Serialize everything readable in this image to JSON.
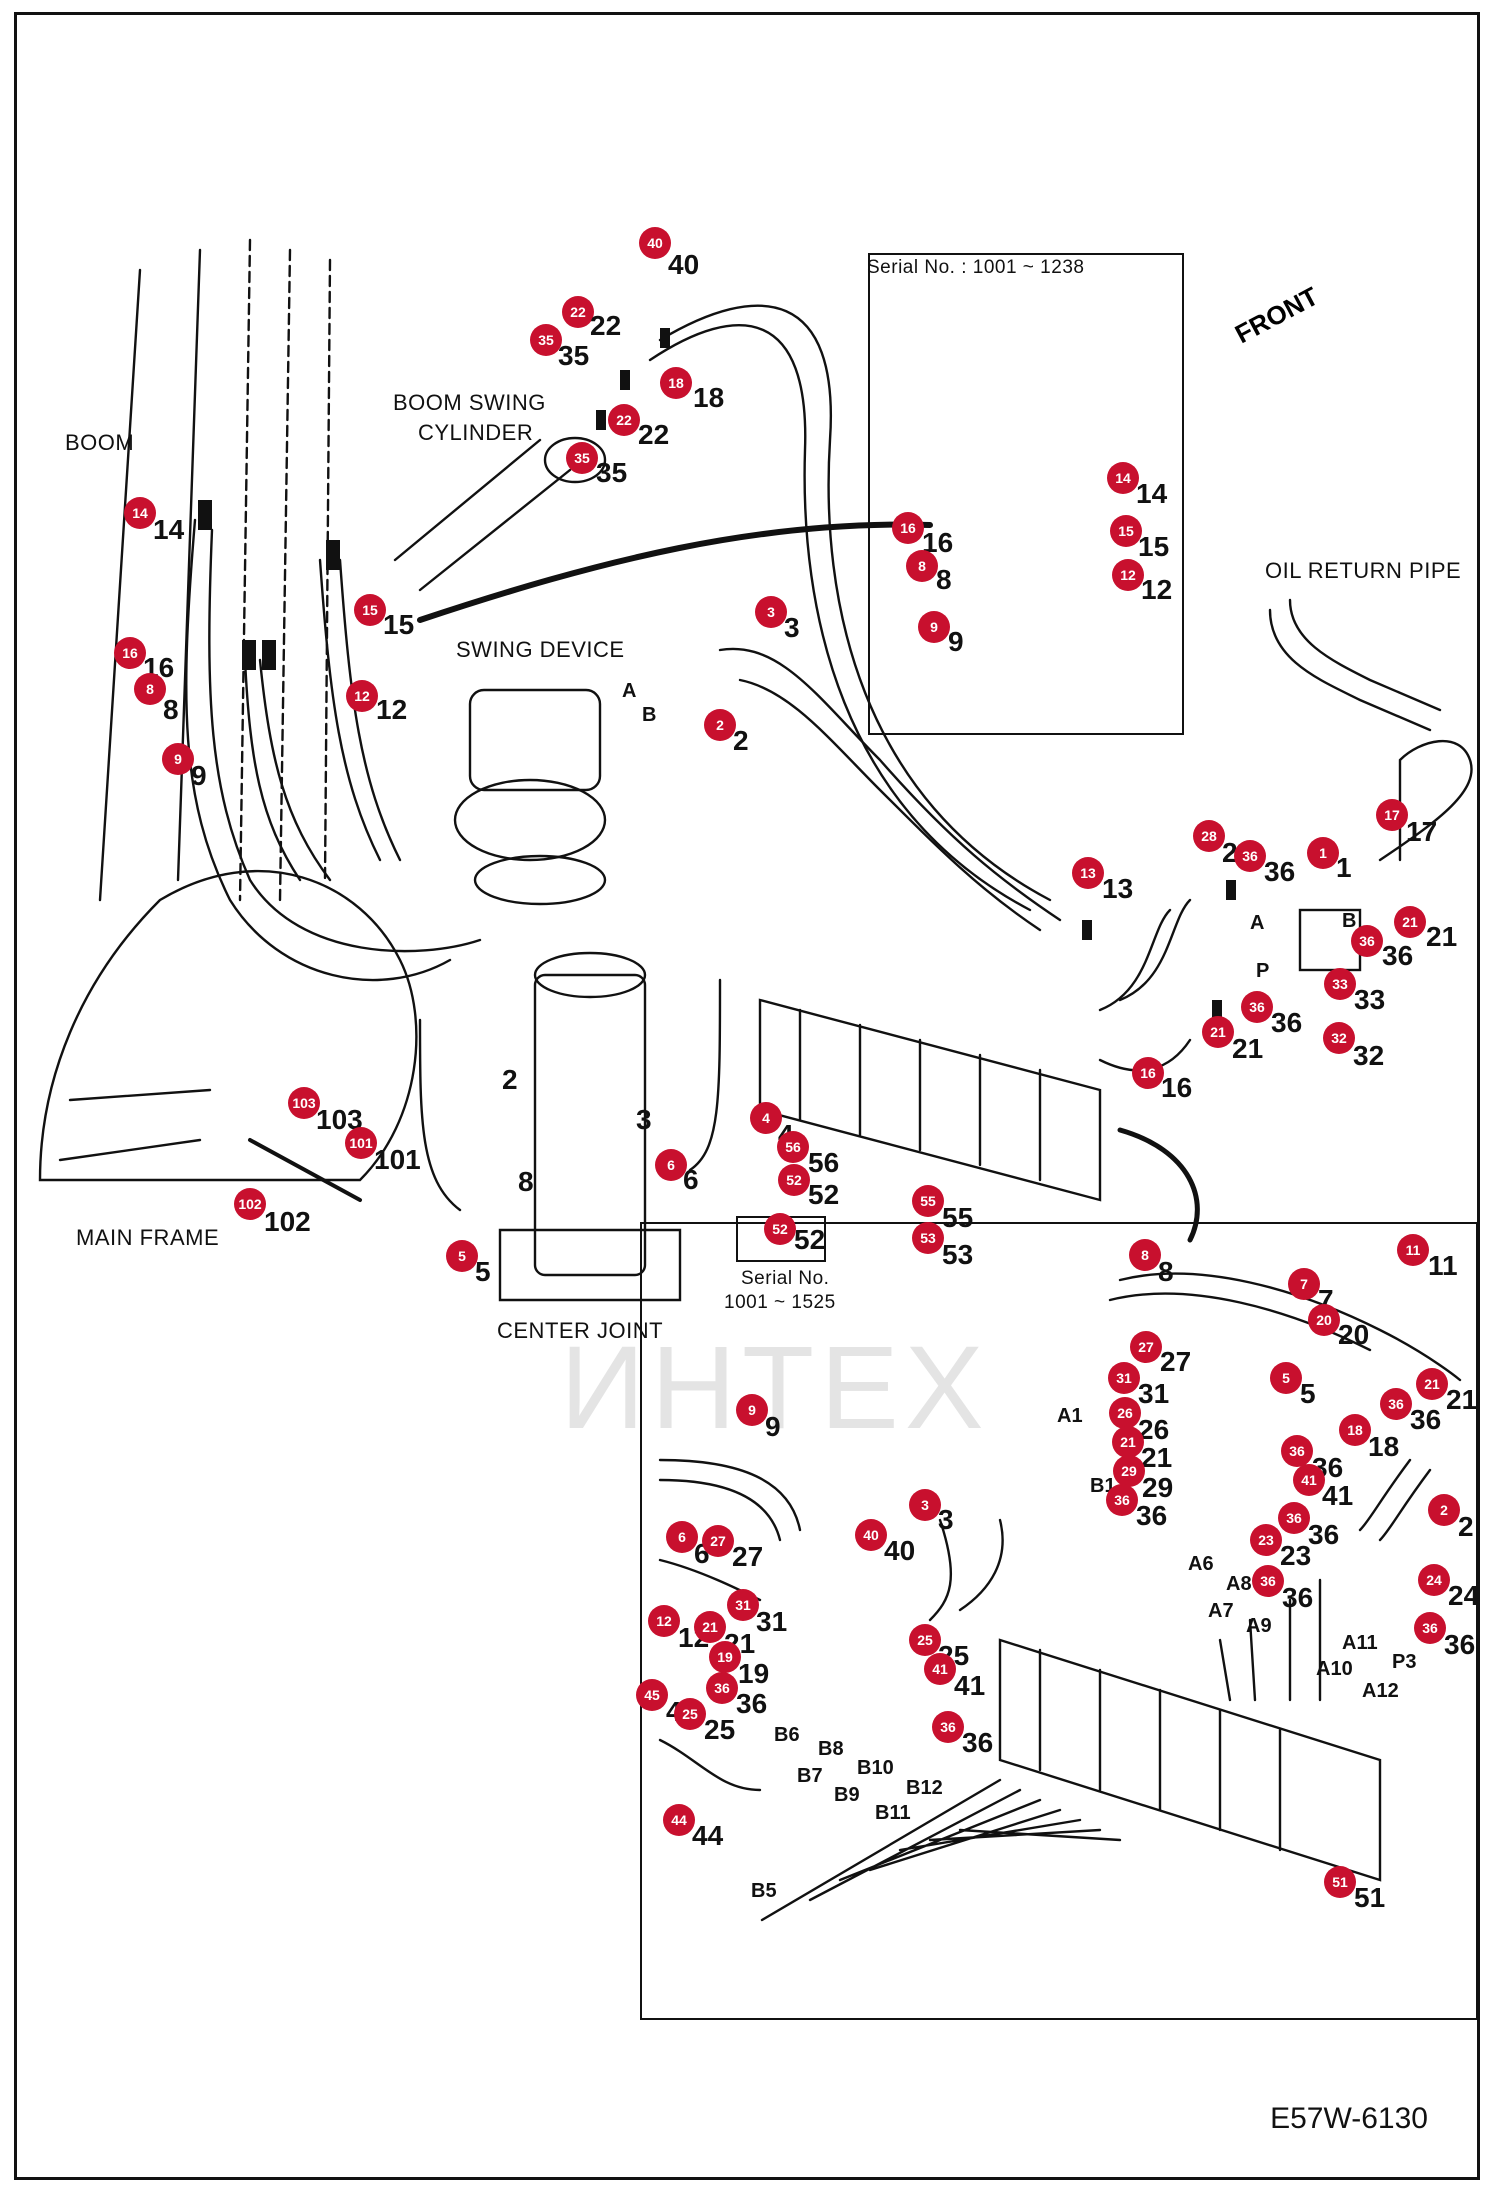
{
  "labels": {
    "boom": "BOOM",
    "boom_swing_cylinder_1": "BOOM SWING",
    "boom_swing_cylinder_2": "CYLINDER",
    "swing_device": "SWING DEVICE",
    "main_frame": "MAIN FRAME",
    "center_joint": "CENTER JOINT",
    "oil_return_pipe": "OIL RETURN PIPE",
    "front": "FRONT",
    "serial_top": "Serial No. : 1001 ~ 1238",
    "serial_small_1": "Serial No.",
    "serial_small_2": "1001 ~ 1525",
    "drawing_ref": "E57W-6130",
    "watermark": "ИНТЕХ"
  },
  "callouts": [
    {
      "id": "40",
      "num": "40"
    },
    {
      "id": "22a",
      "num": "22"
    },
    {
      "id": "35a",
      "num": "35"
    },
    {
      "id": "18a",
      "num": "18"
    },
    {
      "id": "22b",
      "num": "22"
    },
    {
      "id": "35b",
      "num": "35"
    },
    {
      "id": "14a",
      "num": "14"
    },
    {
      "id": "15a",
      "num": "15"
    },
    {
      "id": "16a",
      "num": "16"
    },
    {
      "id": "8a",
      "num": "8"
    },
    {
      "id": "12a",
      "num": "12"
    },
    {
      "id": "9a",
      "num": "9"
    },
    {
      "id": "3a",
      "num": "3"
    },
    {
      "id": "2a",
      "num": "2"
    },
    {
      "id": "14b",
      "num": "14"
    },
    {
      "id": "15b",
      "num": "15"
    },
    {
      "id": "16b",
      "num": "16"
    },
    {
      "id": "8b",
      "num": "8"
    },
    {
      "id": "12b",
      "num": "12"
    },
    {
      "id": "9b",
      "num": "9"
    },
    {
      "id": "17",
      "num": "17"
    },
    {
      "id": "28",
      "num": "28"
    },
    {
      "id": "36a",
      "num": "36"
    },
    {
      "id": "1a",
      "num": "1"
    },
    {
      "id": "13",
      "num": "13"
    },
    {
      "id": "36b",
      "num": "36"
    },
    {
      "id": "21a",
      "num": "21"
    },
    {
      "id": "33a",
      "num": "33"
    },
    {
      "id": "36c",
      "num": "36"
    },
    {
      "id": "21b",
      "num": "21"
    },
    {
      "id": "32a",
      "num": "32"
    },
    {
      "id": "16c",
      "num": "16"
    },
    {
      "id": "103",
      "num": "103"
    },
    {
      "id": "101",
      "num": "101"
    },
    {
      "id": "102",
      "num": "102"
    },
    {
      "id": "2b",
      "num": "2"
    },
    {
      "id": "3b",
      "num": "3"
    },
    {
      "id": "4",
      "num": "4"
    },
    {
      "id": "56",
      "num": "56"
    },
    {
      "id": "52a",
      "num": "52"
    },
    {
      "id": "6a",
      "num": "6"
    },
    {
      "id": "8c",
      "num": "8"
    },
    {
      "id": "5a",
      "num": "5"
    },
    {
      "id": "55",
      "num": "55"
    },
    {
      "id": "53",
      "num": "53"
    },
    {
      "id": "52b",
      "num": "52"
    },
    {
      "id": "8d",
      "num": "8"
    },
    {
      "id": "11",
      "num": "11"
    },
    {
      "id": "7",
      "num": "7"
    },
    {
      "id": "20",
      "num": "20"
    },
    {
      "id": "27a",
      "num": "27"
    },
    {
      "id": "5b",
      "num": "5"
    },
    {
      "id": "21c",
      "num": "21"
    },
    {
      "id": "31a",
      "num": "31"
    },
    {
      "id": "36d",
      "num": "36"
    },
    {
      "id": "18b",
      "num": "18"
    },
    {
      "id": "26",
      "num": "26"
    },
    {
      "id": "21d",
      "num": "21"
    },
    {
      "id": "36e",
      "num": "36"
    },
    {
      "id": "29",
      "num": "29"
    },
    {
      "id": "41a",
      "num": "41"
    },
    {
      "id": "36f",
      "num": "36"
    },
    {
      "id": "9c",
      "num": "9"
    },
    {
      "id": "36g",
      "num": "36"
    },
    {
      "id": "2c",
      "num": "2"
    },
    {
      "id": "23",
      "num": "23"
    },
    {
      "id": "6b",
      "num": "6"
    },
    {
      "id": "27b",
      "num": "27"
    },
    {
      "id": "40b",
      "num": "40"
    },
    {
      "id": "3c",
      "num": "3"
    },
    {
      "id": "36h",
      "num": "36"
    },
    {
      "id": "24",
      "num": "24"
    },
    {
      "id": "31b",
      "num": "31"
    },
    {
      "id": "12c",
      "num": "12"
    },
    {
      "id": "21e",
      "num": "21"
    },
    {
      "id": "36i",
      "num": "36"
    },
    {
      "id": "25a",
      "num": "25"
    },
    {
      "id": "19",
      "num": "19"
    },
    {
      "id": "41b",
      "num": "41"
    },
    {
      "id": "45",
      "num": "45"
    },
    {
      "id": "36j",
      "num": "36"
    },
    {
      "id": "25b",
      "num": "25"
    },
    {
      "id": "36k",
      "num": "36"
    },
    {
      "id": "44",
      "num": "44"
    },
    {
      "id": "51",
      "num": "51"
    }
  ],
  "ports": {
    "a_swing": "A",
    "b_swing": "B",
    "a_block": "A",
    "b_block": "B",
    "p_block": "P",
    "a1": "A1",
    "b1": "B1",
    "a6": "A6",
    "a7": "A7",
    "a8": "A8",
    "a9": "A9",
    "a10": "A10",
    "a11": "A11",
    "a12": "A12",
    "p3": "P3",
    "b5": "B5",
    "b6": "B6",
    "b7": "B7",
    "b8": "B8",
    "b9": "B9",
    "b10": "B10",
    "b11": "B11",
    "b12": "B12"
  },
  "colors": {
    "callout": "#c8102e",
    "line": "#111111",
    "watermark": "#e4e4e4"
  }
}
